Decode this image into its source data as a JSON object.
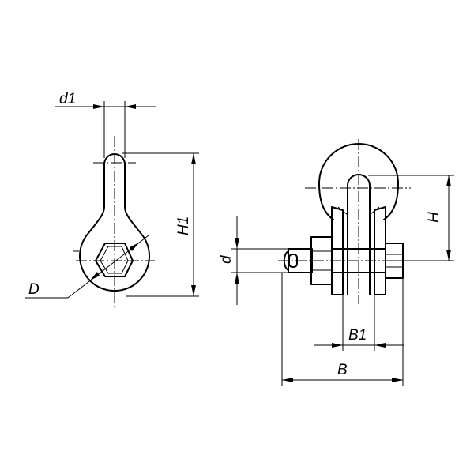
{
  "drawing": {
    "labels": {
      "d1": "d1",
      "h1": "H1",
      "big_d": "D",
      "d": "d",
      "h": "H",
      "b1": "B1",
      "b": "B"
    }
  }
}
